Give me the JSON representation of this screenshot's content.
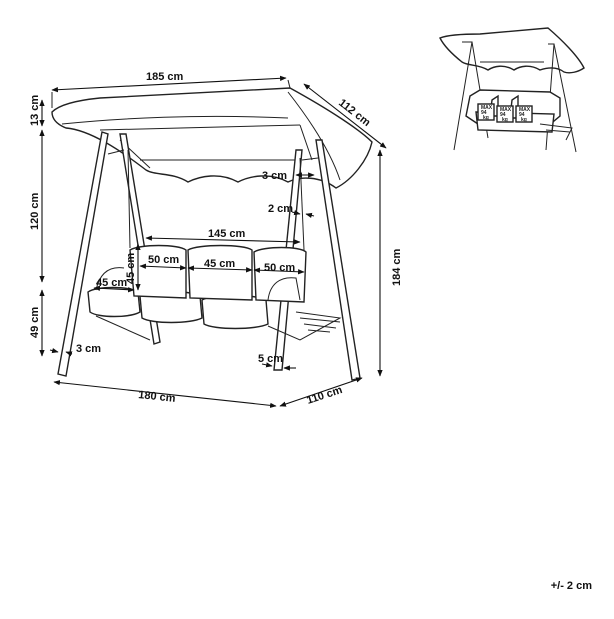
{
  "dimensions": {
    "canopy_width": "185 cm",
    "canopy_depth": "112 cm",
    "canopy_height": "13 cm",
    "upper_height": "120 cm",
    "seat_height": "49 cm",
    "total_height": "184 cm",
    "canopy_gap": "3 cm",
    "post_width": "2 cm",
    "bench_width": "145 cm",
    "seat_left": "50 cm",
    "seat_middle": "45 cm",
    "seat_right": "50 cm",
    "backrest_height": "45 cm",
    "seat_depth": "45 cm",
    "foot_width_left": "3 cm",
    "foot_width_right": "5 cm",
    "base_width": "180 cm",
    "base_depth": "110 cm"
  },
  "thumbnail_label": {
    "line1": "MAX",
    "line2": "94",
    "line3": "kg"
  },
  "tolerance": "+/- 2 cm"
}
